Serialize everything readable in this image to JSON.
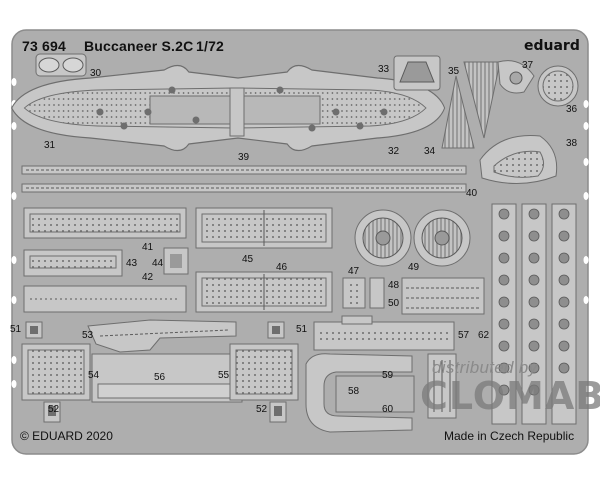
{
  "header": {
    "kit_number": "73 694",
    "kit_name": "Buccaneer S.2C",
    "scale": "1/72",
    "brand": "eduard"
  },
  "footer": {
    "copyright": "© EDUARD 2020",
    "origin": "Made in Czech Republic"
  },
  "watermark": {
    "line1": "distributed by",
    "line2": "CLOMAB"
  },
  "part_numbers": {
    "p30": "30",
    "p31": "31",
    "p32": "32",
    "p33": "33",
    "p34": "34",
    "p35": "35",
    "p36": "36",
    "p37": "37",
    "p38": "38",
    "p39": "39",
    "p40": "40",
    "p41": "41",
    "p42": "42",
    "p43": "43",
    "p44": "44",
    "p45": "45",
    "p46": "46",
    "p47": "47",
    "p48": "48",
    "p49": "49",
    "p50": "50",
    "p51a": "51",
    "p51b": "51",
    "p52a": "52",
    "p52b": "52",
    "p53": "53",
    "p54": "54",
    "p55": "55",
    "p56": "56",
    "p57": "57",
    "p58": "58",
    "p59": "59",
    "p60": "60",
    "p62": "62"
  },
  "colors": {
    "background": "#ffffff",
    "fret": "#aeaeae",
    "fret_edge": "#8c8c8c",
    "part": "#c7c7c7",
    "part_edge": "#6e6e6e",
    "detail": "#5a5a5a"
  }
}
